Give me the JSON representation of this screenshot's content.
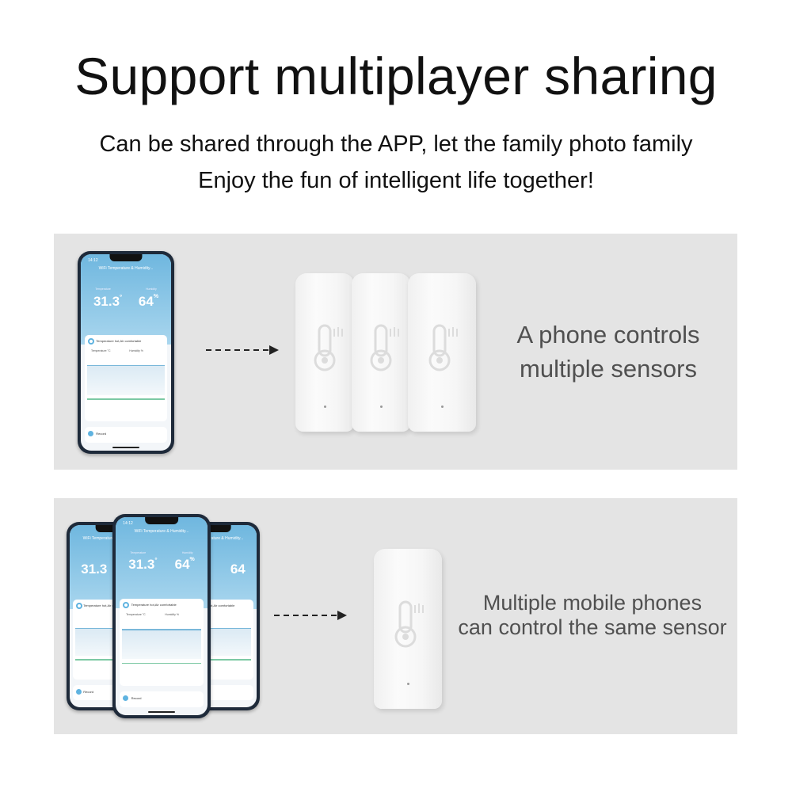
{
  "heading": {
    "title": "Support multiplayer sharing",
    "line1": "Can be shared through the APP, let the family photo family",
    "line2": "Enjoy the fun of intelligent life together!"
  },
  "panel1": {
    "caption_line1": "A phone controls",
    "caption_line2": "multiple sensors",
    "sensor_count": 3,
    "phone_count": 1
  },
  "panel2": {
    "caption_line1": "Multiple mobile phones",
    "caption_line2": "can control the same sensor",
    "sensor_count": 1,
    "phone_count": 3
  },
  "phone_screen": {
    "status_time": "14:12",
    "app_title": "WiFi Temperature & Humidity...",
    "temp_label": "Temperature",
    "hum_label": "Humidity",
    "temperature": "31.3",
    "temperature_unit": "°",
    "humidity": "64",
    "humidity_unit": "%",
    "comfort_text": "Temperature hot,Air comfortable",
    "legend_temp": "Temperature °C",
    "legend_hum": "Humidity %",
    "record_label": "Record"
  },
  "colors": {
    "panel_bg": "#e4e4e4",
    "app_accent": "#6fb7df",
    "text": "#111111",
    "caption": "#505050"
  },
  "icons": [
    "thermometer-icon",
    "arrow-right-icon"
  ]
}
